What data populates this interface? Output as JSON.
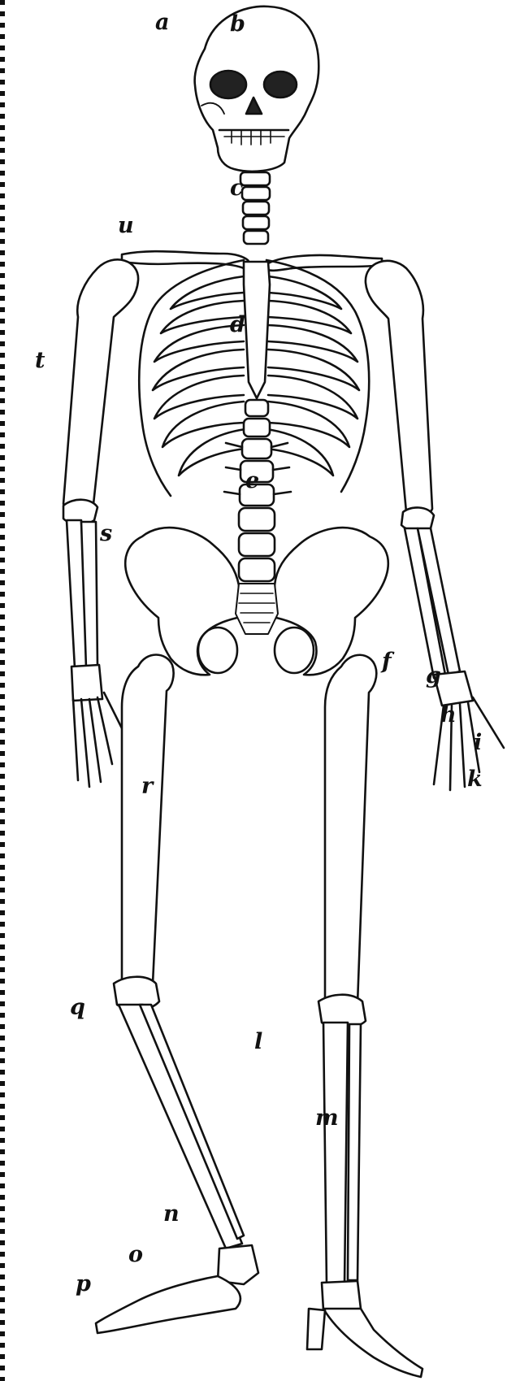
{
  "figure": {
    "labels": {
      "a": "a",
      "b": "b",
      "c": "c",
      "d": "d",
      "e": "e",
      "f": "f",
      "g": "g",
      "h": "h",
      "i": "i",
      "k": "k",
      "l": "l",
      "m": "m",
      "n": "n",
      "o": "o",
      "p": "p",
      "q": "q",
      "r": "r",
      "s": "s",
      "t": "t",
      "u": "u"
    }
  },
  "colors": {
    "ink": "#111111",
    "bone": "#ffffff",
    "shade": "#222222"
  }
}
